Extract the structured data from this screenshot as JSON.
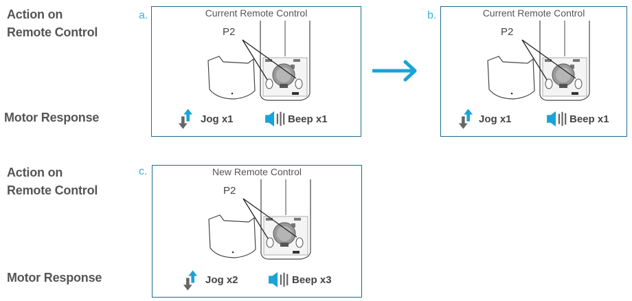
{
  "labels": {
    "action_on_1": "Action on",
    "remote_control_1": "Remote Control",
    "motor_response_1": "Motor Response",
    "action_on_2": "Action on",
    "remote_control_2": "Remote Control",
    "motor_response_2": "Motor Response"
  },
  "panels": [
    {
      "letter": "a.",
      "title": "Current Remote Control",
      "p_label": "P2",
      "jog": "Jog x1",
      "beep": "Beep x1"
    },
    {
      "letter": "b.",
      "title": "Current Remote Control",
      "p_label": "P2",
      "jog": "Jog x1",
      "beep": "Beep x1"
    },
    {
      "letter": "c.",
      "title": "New Remote Control",
      "p_label": "P2",
      "jog": "Jog x2",
      "beep": "Beep x3"
    }
  ],
  "colors": {
    "accent": "#1aa3d6",
    "border": "#1a6a8c",
    "icon_gray": "#666666"
  }
}
